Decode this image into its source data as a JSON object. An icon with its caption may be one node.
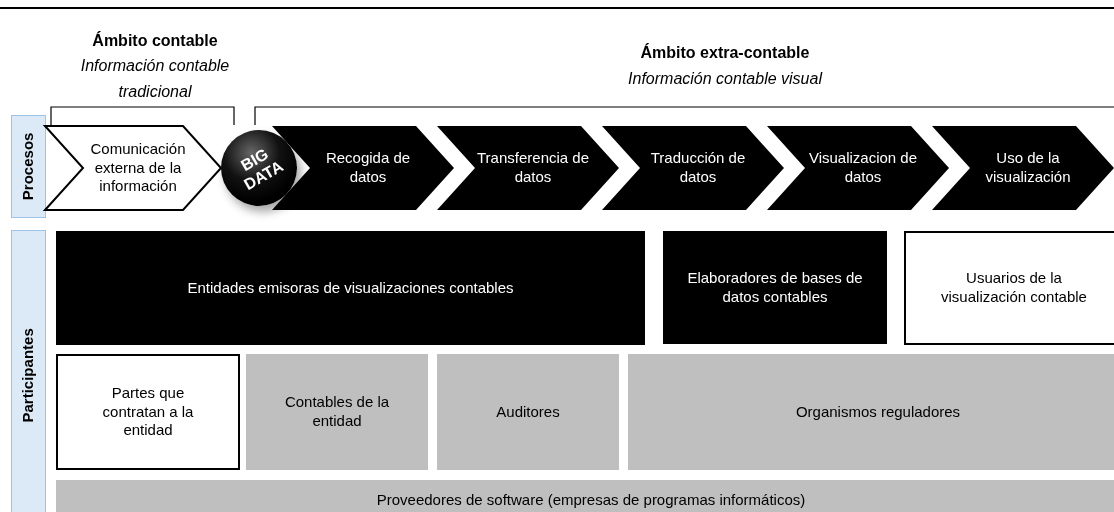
{
  "diagram": {
    "nodes": [
      {
        "text": [
          "Procesos"
        ]
      },
      {
        "text": [
          "Comunicación externa de la información"
        ]
      },
      {
        "text": [
          "BIG DATA"
        ]
      },
      {
        "text": [
          "Recogida de datos"
        ]
      },
      {
        "text": [
          "Transferencia de datos"
        ]
      },
      {
        "text": [
          "Traducción de datos"
        ]
      },
      {
        "text": [
          "Visualizacion de datos"
        ]
      },
      {
        "text": [
          "Uso de la visualización"
        ]
      },
      {
        "text": [
          "Participantes"
        ]
      },
      {
        "text": [
          "Entidades emisoras de visualizaciones contables"
        ]
      },
      {
        "text": [
          "Elaboradores de bases de datos contables"
        ]
      },
      {
        "text": [
          "Usuarios de la visualización contable"
        ]
      },
      {
        "text": [
          "Partes que contratan a la entidad"
        ]
      },
      {
        "text": [
          "Contables de la entidad"
        ]
      },
      {
        "text": [
          "Auditores"
        ]
      },
      {
        "text": [
          "Organismos reguladores"
        ]
      },
      {
        "text": [
          "Proveedores de software (empresas de programas informáticos)"
        ]
      }
    ],
    "labels": [
      "Ámbito contable",
      "Información contable tradicional",
      "Ámbito extra-contable",
      "Información contable visual"
    ]
  }
}
